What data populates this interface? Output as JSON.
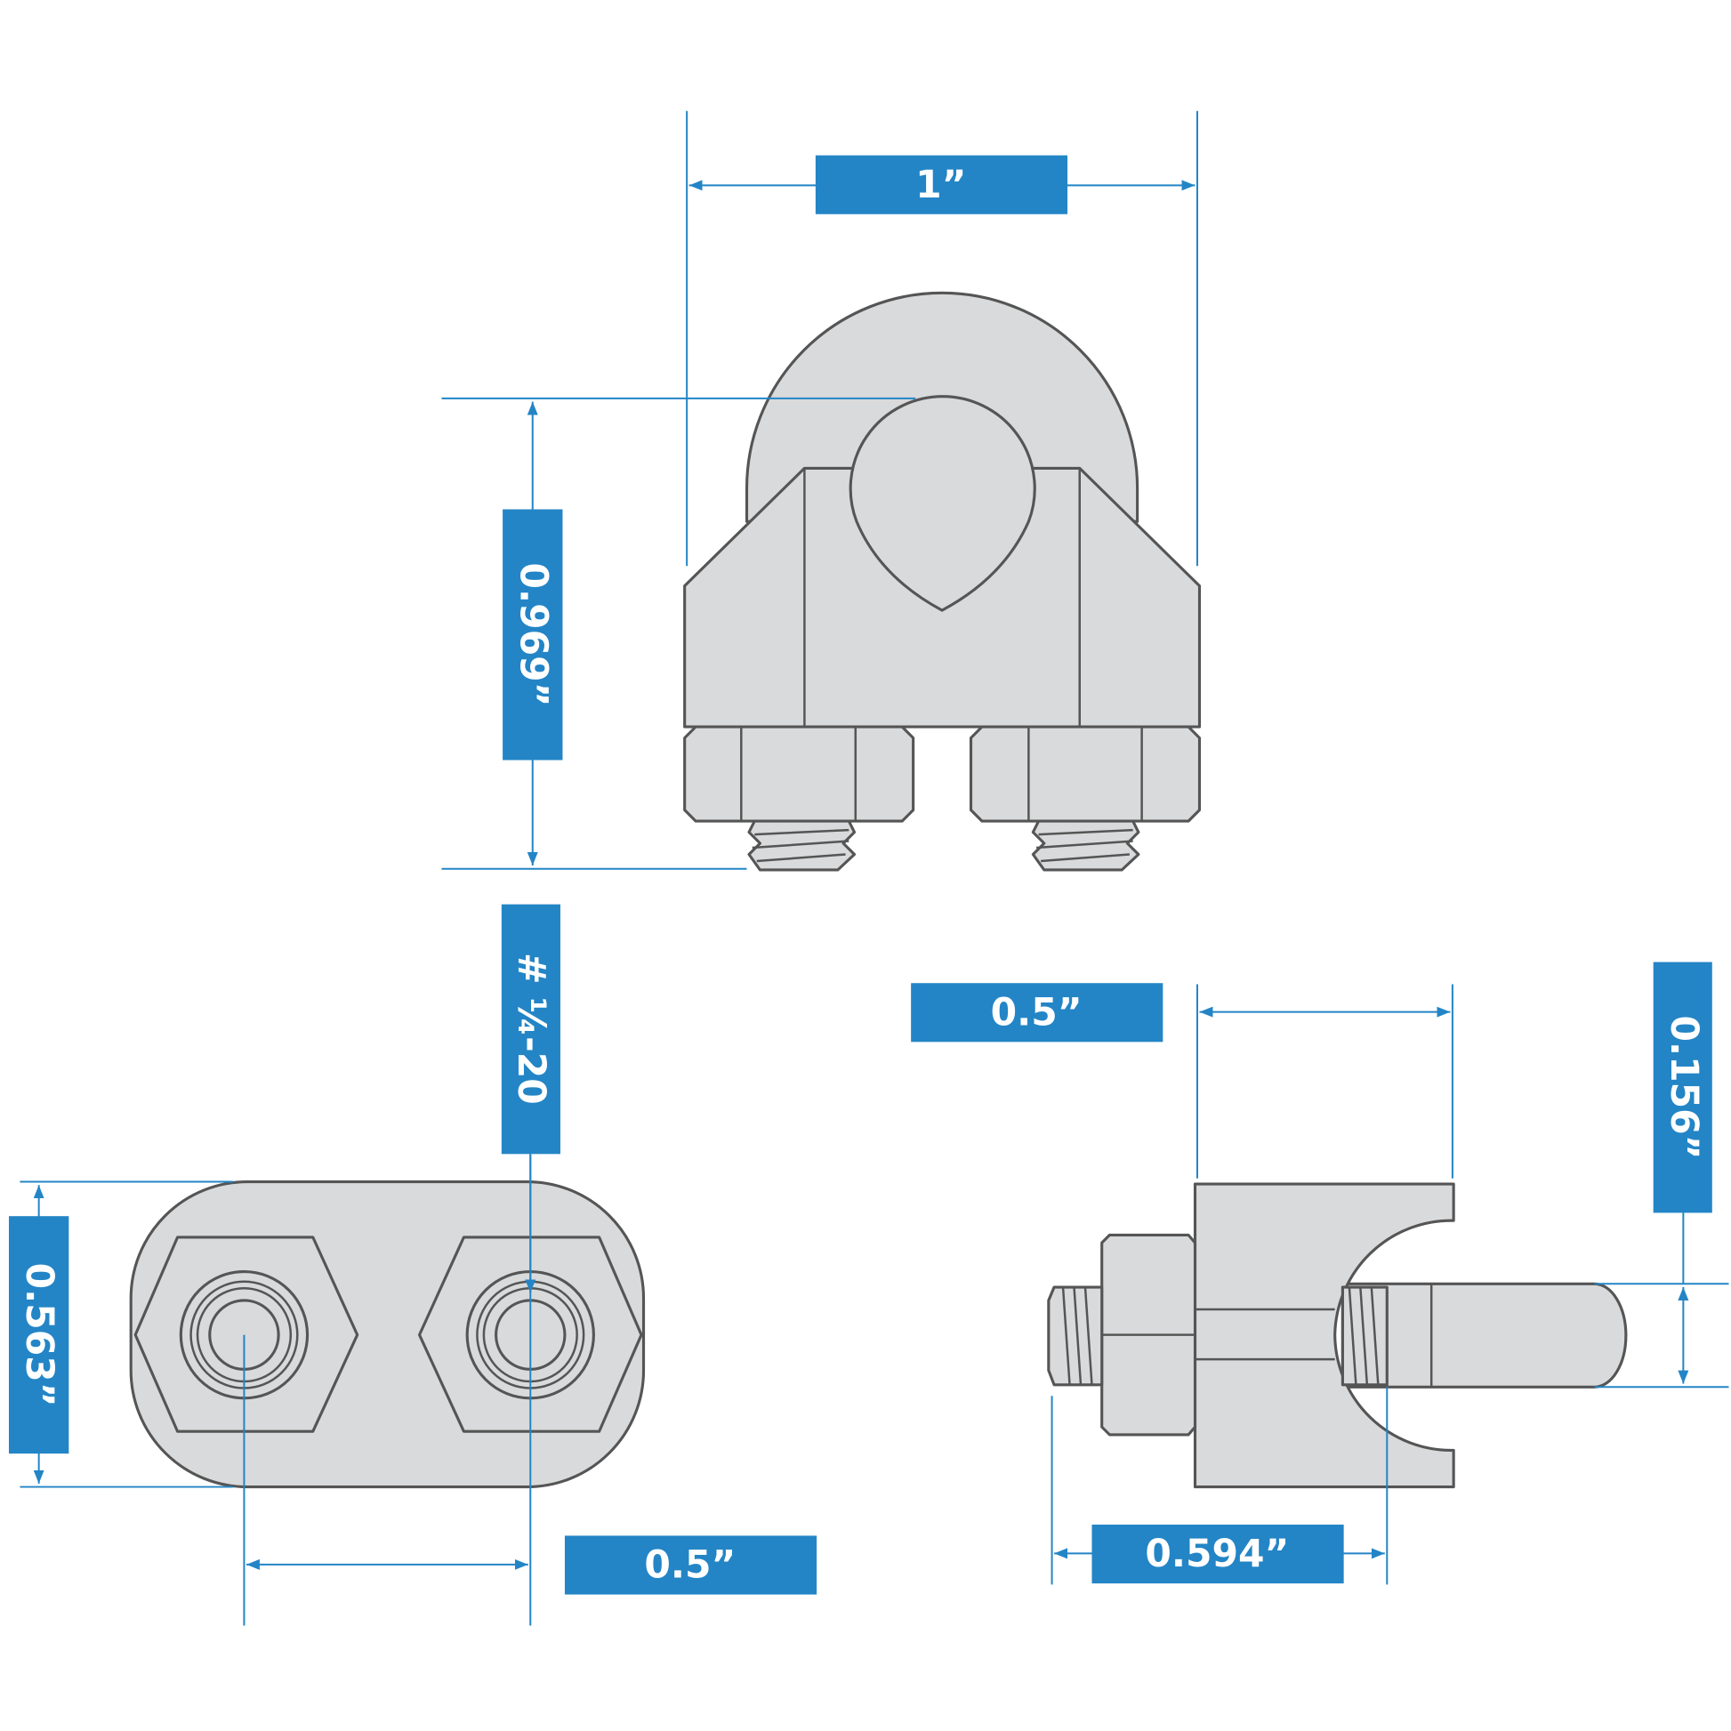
{
  "colors": {
    "dimension_blue": "#2385c6",
    "part_fill": "#d9dadb",
    "outline": "#555555"
  },
  "dimensions": {
    "top_width": "1”",
    "top_height": "0.969”",
    "thread": "# ¼-20",
    "base_height": "0.563”",
    "bolt_spacing": "0.5”",
    "side_saddle_width": "0.5”",
    "side_cable_diameter": "0.156”",
    "side_depth": "0.594”"
  }
}
